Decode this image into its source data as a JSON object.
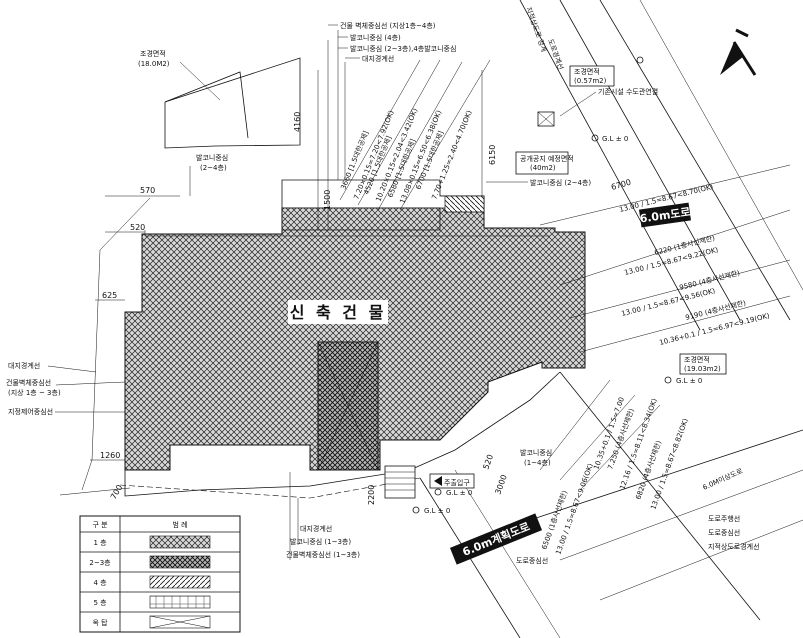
{
  "diagram": {
    "building_title": "신 축 건 물",
    "roads": {
      "road_east": "6.0m도로",
      "road_south": "6.0m계획도로",
      "road_se": "6.0M이상도로"
    },
    "dimensions": {
      "d4160": "4160",
      "d1500": "1500",
      "d6150": "6150",
      "d570": "570",
      "d520": "520",
      "d625": "625",
      "d1260": "1260",
      "d700": "700",
      "d2200": "2200",
      "d3000": "3000",
      "d520b": "520",
      "d6700": "6700"
    },
    "calcs": [
      "3660 [1.5대한공제]",
      "7.20×0.15=7.20<7.92(OK)",
      "4520 [1.5대한공제]",
      "10.20×0.15=2.04<3.42(OK)",
      "6580 [1.5대한공제]",
      "13.08×0.15=6.50<6.38(OK)",
      "6700 [1.5대한공제]",
      "7.70+1.25=2.40<4.70(OK)"
    ],
    "east_calcs": [
      "13.00 / 1.5=8.67<8.70(OK)",
      "6220 (1층사선제한)",
      "13.00 / 1.5=8.67<9.22(OK)",
      "9580 (4층사선제한)",
      "13.00 / 1.5=8.67<9.56(OK)",
      "9190 (4층사선제한)",
      "10.36+0.1 / 1.5=6.97<9.19(OK)"
    ],
    "south_calcs": [
      "10.35+0.1 / 1.5=7.00",
      "7.250 (4층사선제한)",
      "12.16 / 1.5=8.11<8.34(OK)",
      "6820 (4층사선제한)",
      "13.00 / 1.5=8.67<8.82(OK)",
      "6500 (1층사선제한)",
      "13.00 / 1.5=8.67<9.06(OK)"
    ],
    "labels": {
      "top1": "건물 벽체중심선 (지상1층~4층)",
      "top2": "발코니중심 (4층)",
      "top3": "발코니중심 (2~3층),4층발코니중심",
      "top4": "대지경계선",
      "left_top_box": "조경면적",
      "left_top_box_val": "(18.0M2)",
      "balcony_left": "발코니중심",
      "balcony_left_val": "(2~4층)",
      "left1": "대지경계선",
      "left2": "건물벽체중심선",
      "left2b": "(지상 1층 ~ 3층)",
      "left3": "지정제어중심선",
      "top_right_v1": "지적상도로 경계",
      "top_right_v2": "도로경계선",
      "top_right_box": "조경면적",
      "top_right_box_val": "(0.57m2)",
      "existing_water": "기존시설 수도관연결",
      "balcony_right": "발코니중심 (2~4층)",
      "green_box": "공개공지 예정면적",
      "green_box_val": "(40m2)",
      "right_box": "조경면적",
      "right_box_val": "(19.03m2)",
      "balcony_south": "발코니중심",
      "balcony_south_val": "(1~4층)",
      "entrance": "주출입구",
      "bottom1": "대지경계선",
      "bottom2": "발코니중심 (1~3층)",
      "bottom3": "건물벽체중심선 (1~3층)",
      "road_center_s": "도로중심선",
      "bot_right1": "도로주행선",
      "bot_right2": "도로중심선",
      "bot_right3": "지적상도로경계선",
      "gl": "G.L ± 0"
    },
    "legend": {
      "headers": [
        "구 분",
        "범 례"
      ],
      "rows": [
        "1 층",
        "2~3층",
        "4 층",
        "5 층",
        "옥 탑"
      ]
    }
  }
}
